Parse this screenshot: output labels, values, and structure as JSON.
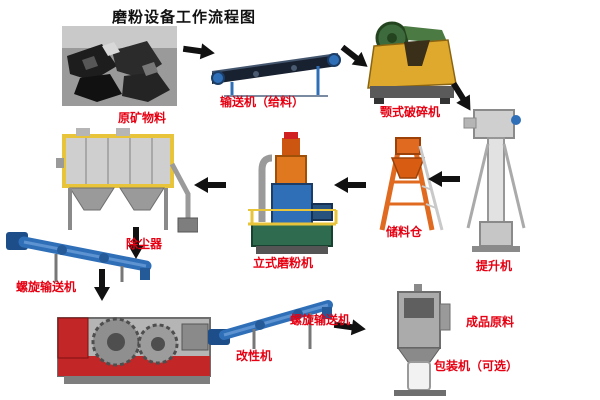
{
  "title": "磨粉设备工作流程图",
  "label_color_hex": "#e60012",
  "nodes": {
    "raw_material": {
      "label": "原矿物料"
    },
    "feeder": {
      "label": "输送机（给料）"
    },
    "jaw_crusher": {
      "label": "颚式破碎机"
    },
    "elevator": {
      "label": "提升机"
    },
    "silo": {
      "label": "储料仓"
    },
    "mill": {
      "label": "立式磨粉机"
    },
    "dust_collector": {
      "label": "除尘器"
    },
    "screw_conveyor_left": {
      "label": "螺旋输送机"
    },
    "modifier": {
      "label": "改性机"
    },
    "screw_conveyor_mid": {
      "label": "螺旋输送机"
    },
    "finished_product": {
      "label": "成品原料"
    },
    "packer": {
      "label": "包装机（可选）"
    }
  },
  "flow_order": [
    "raw_material",
    "feeder",
    "jaw_crusher",
    "elevator",
    "silo",
    "mill",
    "dust_collector",
    "screw_conveyor_left",
    "modifier",
    "screw_conveyor_mid",
    "packer"
  ]
}
